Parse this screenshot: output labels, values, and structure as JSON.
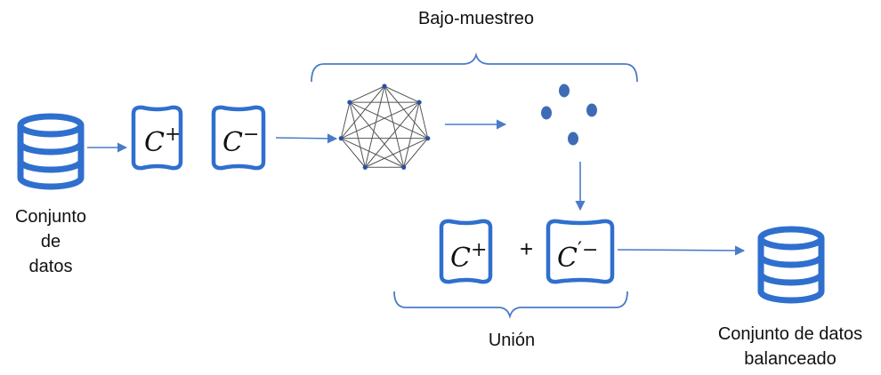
{
  "labels": {
    "bajo_muestreo": "Bajo-muestreo",
    "dataset_line1": "Conjunto",
    "dataset_line2": "de",
    "dataset_line3": "datos",
    "union": "Unión",
    "balanced_line1": "Conjunto de datos",
    "balanced_line2": "balanceado",
    "plus_sign": "+"
  },
  "classes": {
    "c_plus": {
      "base": "C",
      "sup": "+"
    },
    "c_minus": {
      "base": "C",
      "sup": "−"
    },
    "c_plus_union": {
      "base": "C",
      "sup": "+"
    },
    "c_prime_minus": {
      "base": "C",
      "sup": "′−"
    }
  },
  "colors": {
    "accent": "#2f6fce",
    "arrow": "#4a7bc8",
    "node": "#2b4fa8",
    "dot": "#3d6cb5",
    "edge": "#555555",
    "text": "#111111"
  }
}
